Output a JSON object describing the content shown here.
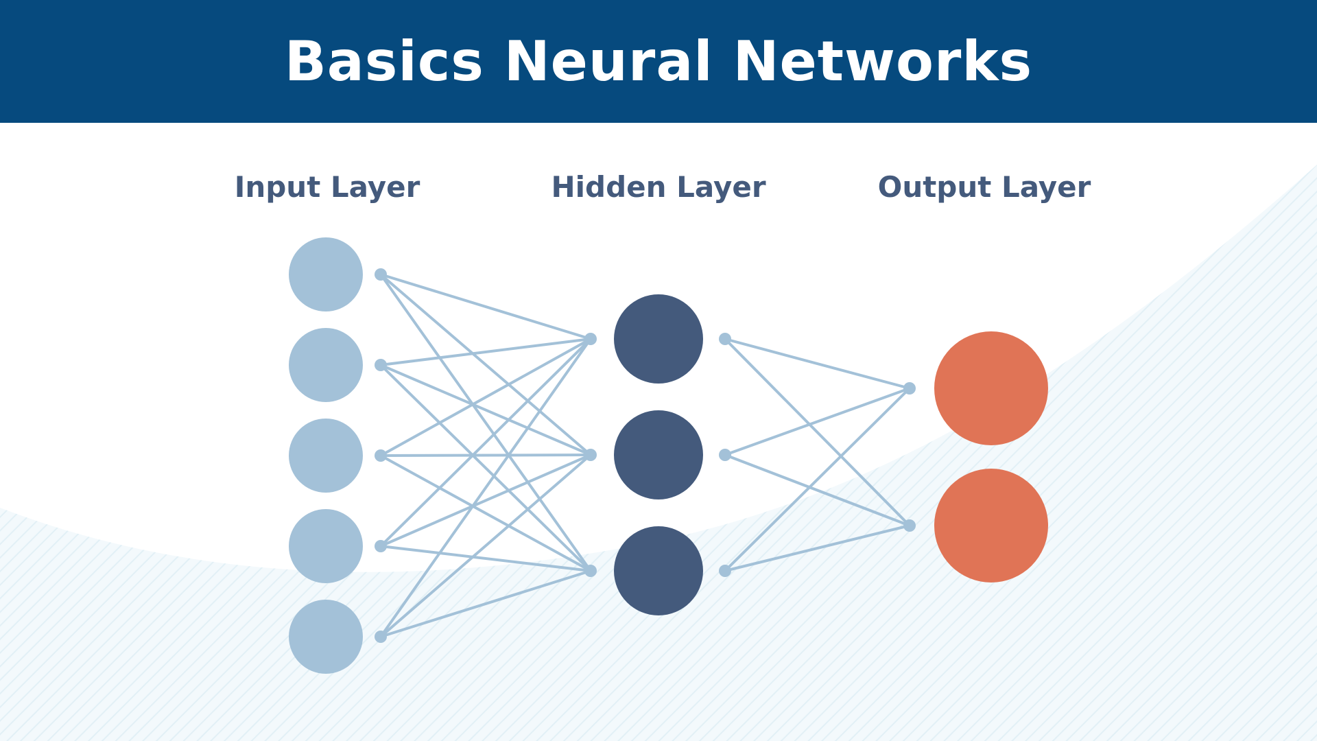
{
  "title": "Basics Neural Networks",
  "layers": [
    {
      "label": "Input Layer",
      "nodes": 5,
      "color": "#a3c1d8"
    },
    {
      "label": "Hidden Layer",
      "nodes": 3,
      "color": "#445a7c"
    },
    {
      "label": "Output Layer",
      "nodes": 2,
      "color": "#e07456"
    }
  ],
  "connection_color": "#a3c1d8",
  "header_color": "#064a7e",
  "label_color": "#445a7c"
}
